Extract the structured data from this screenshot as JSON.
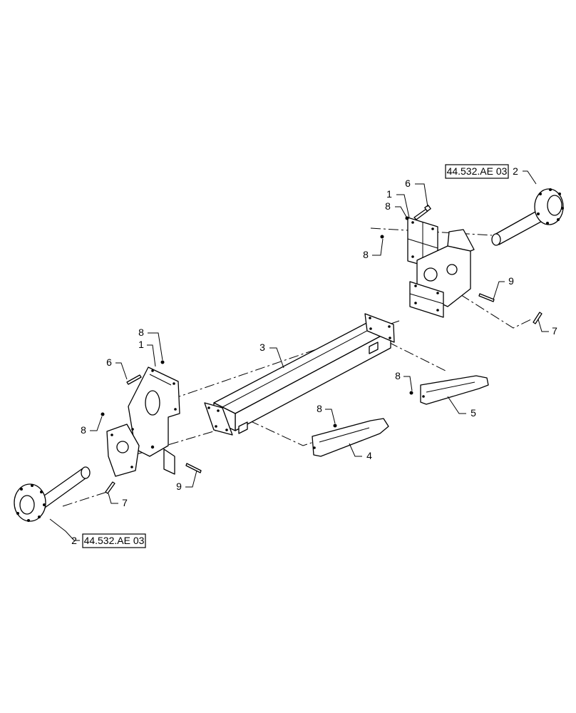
{
  "callouts": {
    "c1_right": "1",
    "c1_left": "1",
    "c2_right": "2",
    "c2_left": "2",
    "c3": "3",
    "c4": "4",
    "c5": "5",
    "c6_right": "6",
    "c6_left": "6",
    "c7_right": "7",
    "c7_left": "7",
    "c8_right_upper": "8",
    "c8_right_mid": "8",
    "c8_right_lower": "8",
    "c8_left_upper": "8",
    "c8_left_mid": "8",
    "c8_brace4": "8",
    "c9_right": "9",
    "c9_left": "9"
  },
  "references": {
    "top_right": "44.532.AE 03",
    "bottom_left": "44.532.AE 03"
  }
}
